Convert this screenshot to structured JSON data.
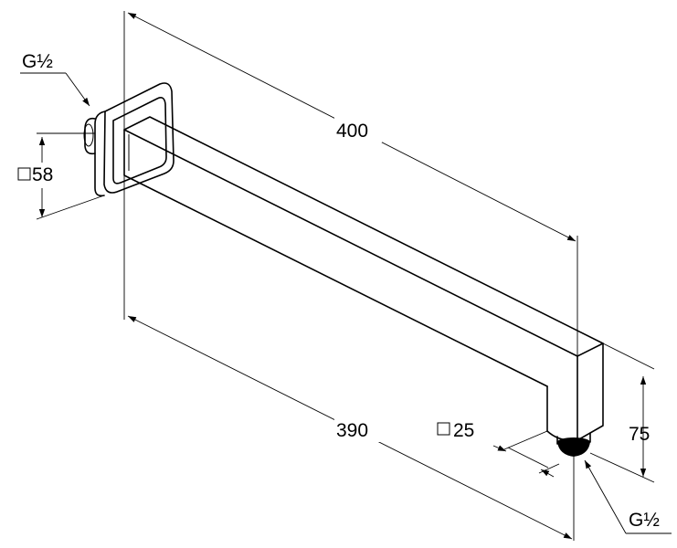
{
  "drawing": {
    "length_total": "400",
    "length_projection": "390",
    "height_drop": "75",
    "wall_rosette_size": "58",
    "arm_section_size": "25",
    "thread_inlet": "G½",
    "thread_outlet": "G½"
  },
  "symbols": {
    "square_icon": "square-section-symbol"
  },
  "colors": {
    "line": "#000000",
    "background": "#ffffff"
  }
}
